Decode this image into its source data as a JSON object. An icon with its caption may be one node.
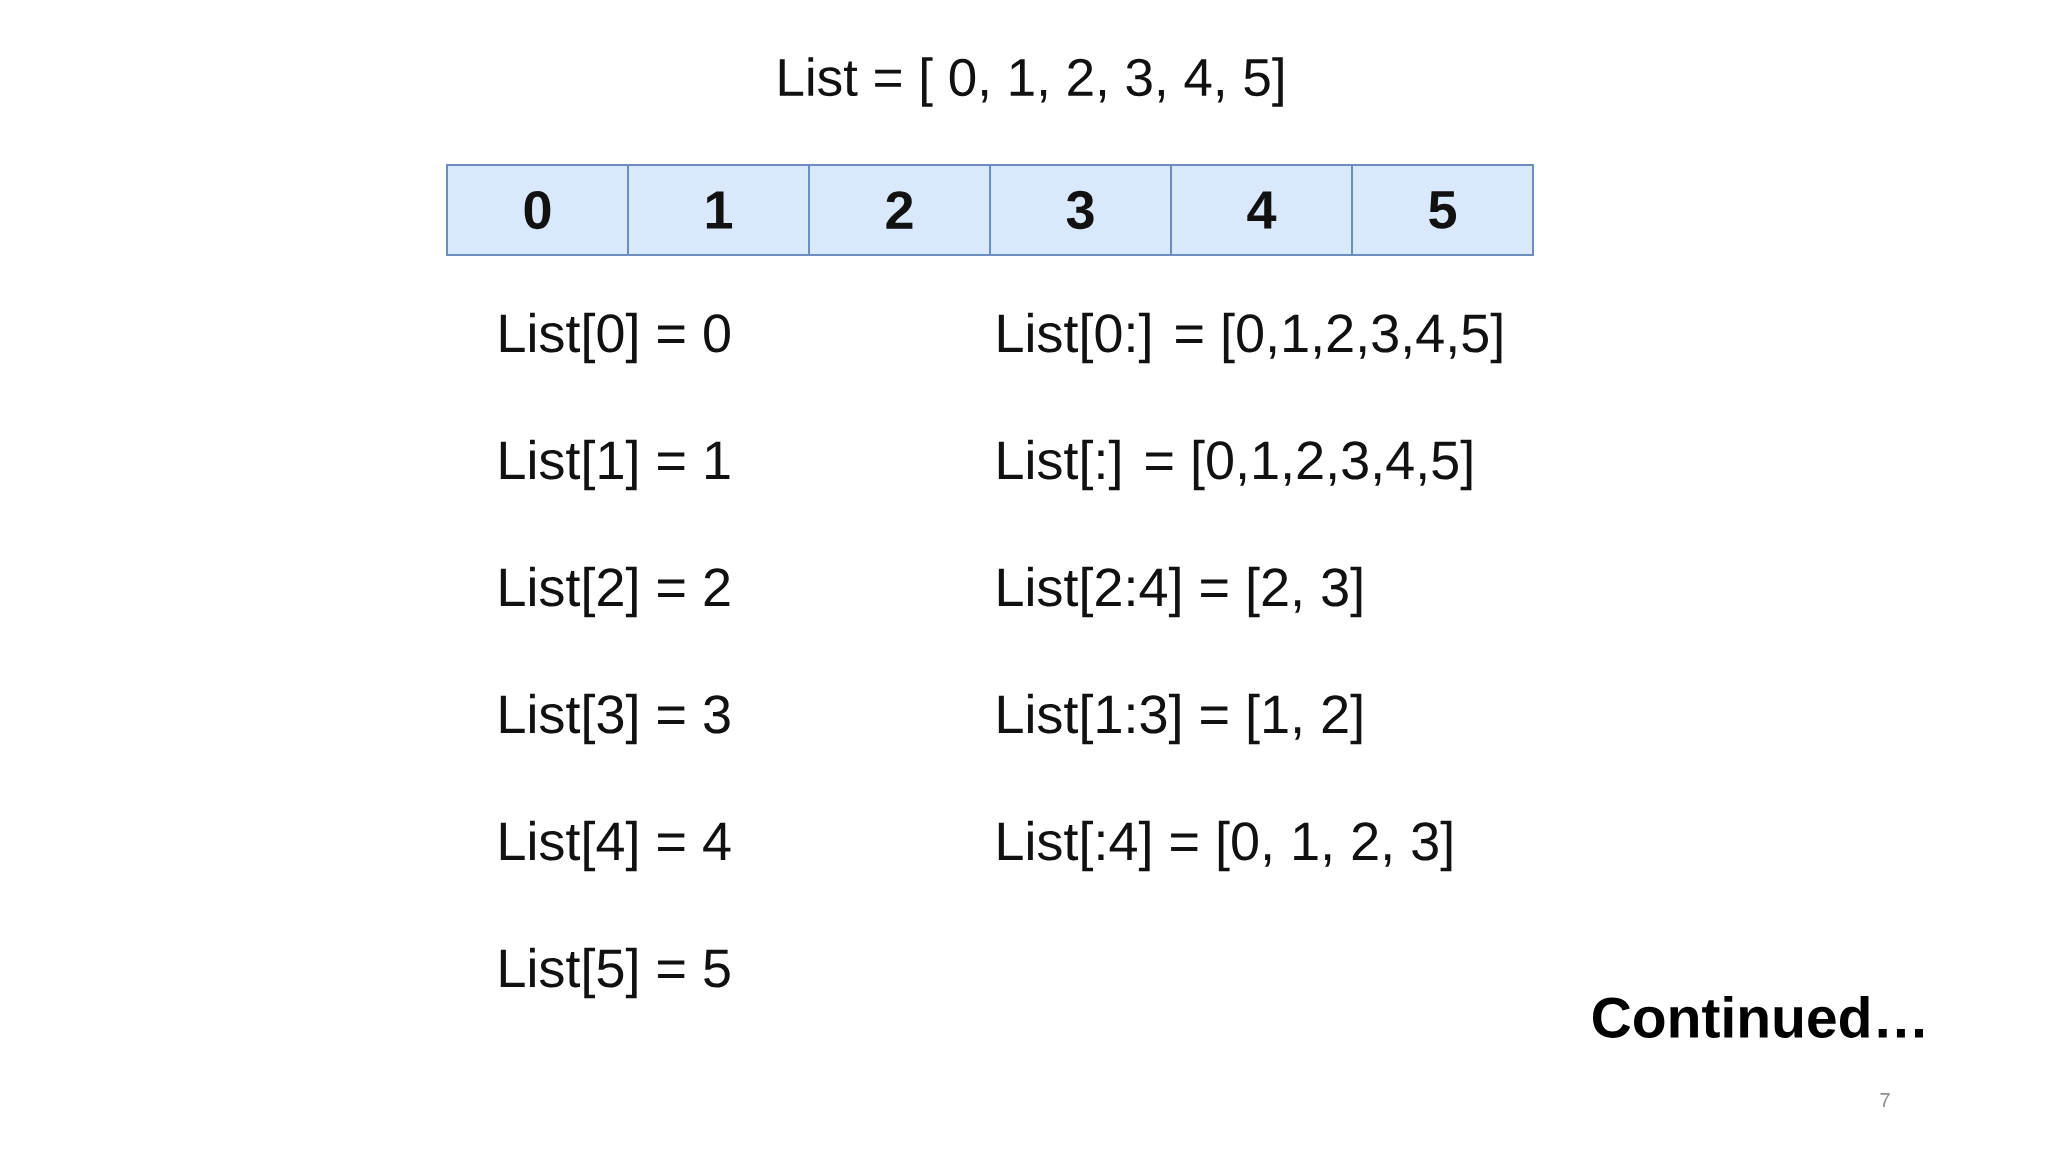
{
  "diagram": {
    "nodes": [
      {
        "text": [
          "0"
        ]
      },
      {
        "text": [
          "1"
        ]
      },
      {
        "text": [
          "2"
        ]
      },
      {
        "text": [
          "3"
        ]
      },
      {
        "text": [
          "4"
        ]
      },
      {
        "text": [
          "5"
        ]
      }
    ],
    "labels": [
      "List = [ 0, 1, 2, 3, 4, 5]",
      "List[0] = 0",
      "List[0:] = [0,1,2,3,4,5]",
      "List[1] = 1",
      "List[:] = [0,1,2,3,4,5]",
      "List[2] = 2",
      "List[2:4] = [2, 3]",
      "List[3] = 3",
      "List[1:3] = [1, 2]",
      "List[4] = 4",
      "List[:4] = [0, 1, 2, 3]",
      "List[5] = 5",
      "Continued…",
      "7"
    ]
  }
}
